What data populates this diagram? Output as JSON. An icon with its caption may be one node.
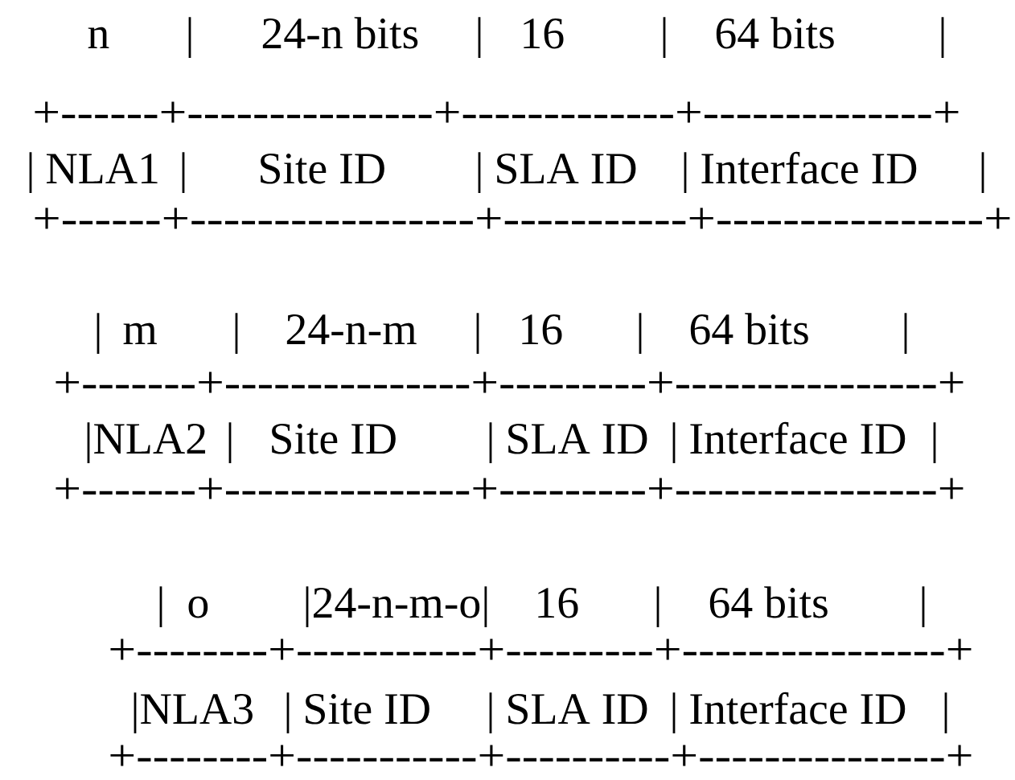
{
  "diagram": {
    "labels": [
      "n",
      "|",
      "24-n bits",
      "|",
      "16",
      "|",
      "64 bits",
      "|",
      "+------+---------------+-------------+--------------+",
      "|",
      "NLA1",
      "|",
      "Site ID",
      "|",
      "SLA ID",
      "|",
      "Interface ID",
      "|",
      "+------+-----------------+-----------+----------------+",
      "|",
      "m",
      "|",
      "24-n-m",
      "|",
      "16",
      "|",
      "64 bits",
      "|",
      "+-------+---------------+---------+----------------+",
      "|NLA2",
      "|",
      "Site ID",
      "|",
      "SLA ID",
      "|",
      "Interface ID",
      "|",
      "+-------+---------------+---------+----------------+",
      "|",
      "o",
      "|24-n-m-o|",
      "16",
      "|",
      "64 bits",
      "|",
      "+--------+-----------+---------+----------------+",
      "|NLA3",
      "|",
      "Site ID",
      "|",
      "SLA ID",
      "|",
      "Interface ID",
      "|",
      "+--------+-----------+----------+---------------+"
    ]
  }
}
